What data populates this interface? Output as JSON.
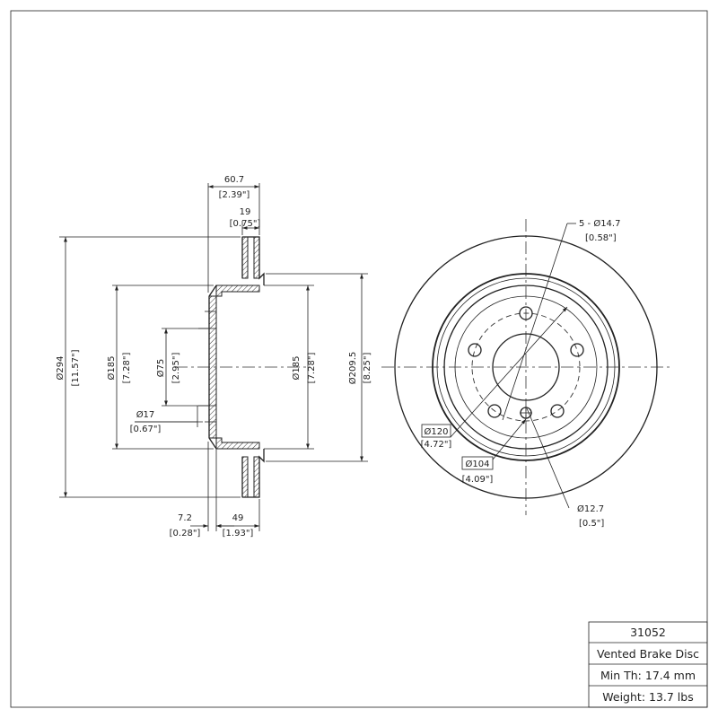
{
  "side_view": {
    "overall_width": {
      "mm": "60.7",
      "in": "[2.39\"]"
    },
    "rotor_width": {
      "mm": "19",
      "in": "[0.75\"]"
    },
    "outer_dia": {
      "mm": "Ø294",
      "in": "[11.57\"]"
    },
    "hat_dia_left": {
      "mm": "Ø185",
      "in": "[7.28\"]"
    },
    "center_bore": {
      "mm": "Ø75",
      "in": "[2.95\"]"
    },
    "hub_offset": {
      "mm": "Ø17",
      "in": "[0.67\"]"
    },
    "hat_dia_right": {
      "mm": "Ø185",
      "in": "[7.28\"]"
    },
    "hat_outer_dia": {
      "mm": "Ø209.5",
      "in": "[8.25\"]"
    },
    "flange_thickness": {
      "mm": "7.2",
      "in": "[0.28\"]"
    },
    "hat_height": {
      "mm": "49",
      "in": "[1.93\"]"
    }
  },
  "front_view": {
    "bolt_holes": {
      "mm": "5 - Ø14.7",
      "in": "[0.58\"]"
    },
    "bolt_circle": {
      "mm": "Ø120",
      "in": "[4.72\"]"
    },
    "inner_circle": {
      "mm": "Ø104",
      "in": "[4.09\"]"
    },
    "small_hole": {
      "mm": "Ø12.7",
      "in": "[0.5\"]"
    }
  },
  "title_block": {
    "part_number": "31052",
    "description": "Vented Brake Disc",
    "min_thickness": "Min Th: 17.4 mm",
    "weight": "Weight: 13.7 lbs"
  }
}
